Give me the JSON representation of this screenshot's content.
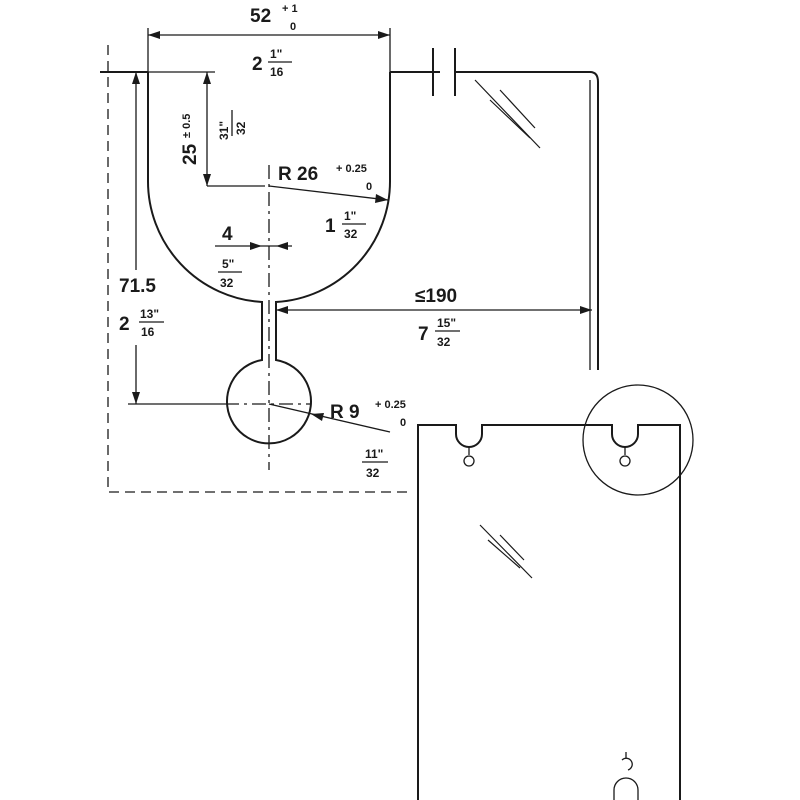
{
  "dimensions": {
    "width_top": {
      "value": "52",
      "tol_upper": "+ 1",
      "tol_lower": "0",
      "inch_whole": "2",
      "inch_num": "1\"",
      "inch_den": "16"
    },
    "depth_arc": {
      "value": "25",
      "tol": "± 0.5",
      "inch_num": "31\"",
      "inch_den": "32"
    },
    "radius_large": {
      "value": "R 26",
      "tol_upper": "+ 0.25",
      "tol_lower": "0",
      "inch_whole": "1",
      "inch_num": "1\"",
      "inch_den": "32"
    },
    "slot_width": {
      "value": "4",
      "inch_num": "5\"",
      "inch_den": "32"
    },
    "hole_center_depth": {
      "value": "71.5",
      "inch_whole": "2",
      "inch_num": "13\"",
      "inch_den": "16"
    },
    "max_offset": {
      "value": "≤190",
      "inch_whole": "7",
      "inch_num": "15\"",
      "inch_den": "32"
    },
    "radius_small": {
      "value": "R 9",
      "tol_upper": "+ 0.25",
      "tol_lower": "0",
      "inch_num": "11\"",
      "inch_den": "32"
    }
  },
  "colors": {
    "line": "#1a1a1a",
    "background": "#ffffff"
  }
}
